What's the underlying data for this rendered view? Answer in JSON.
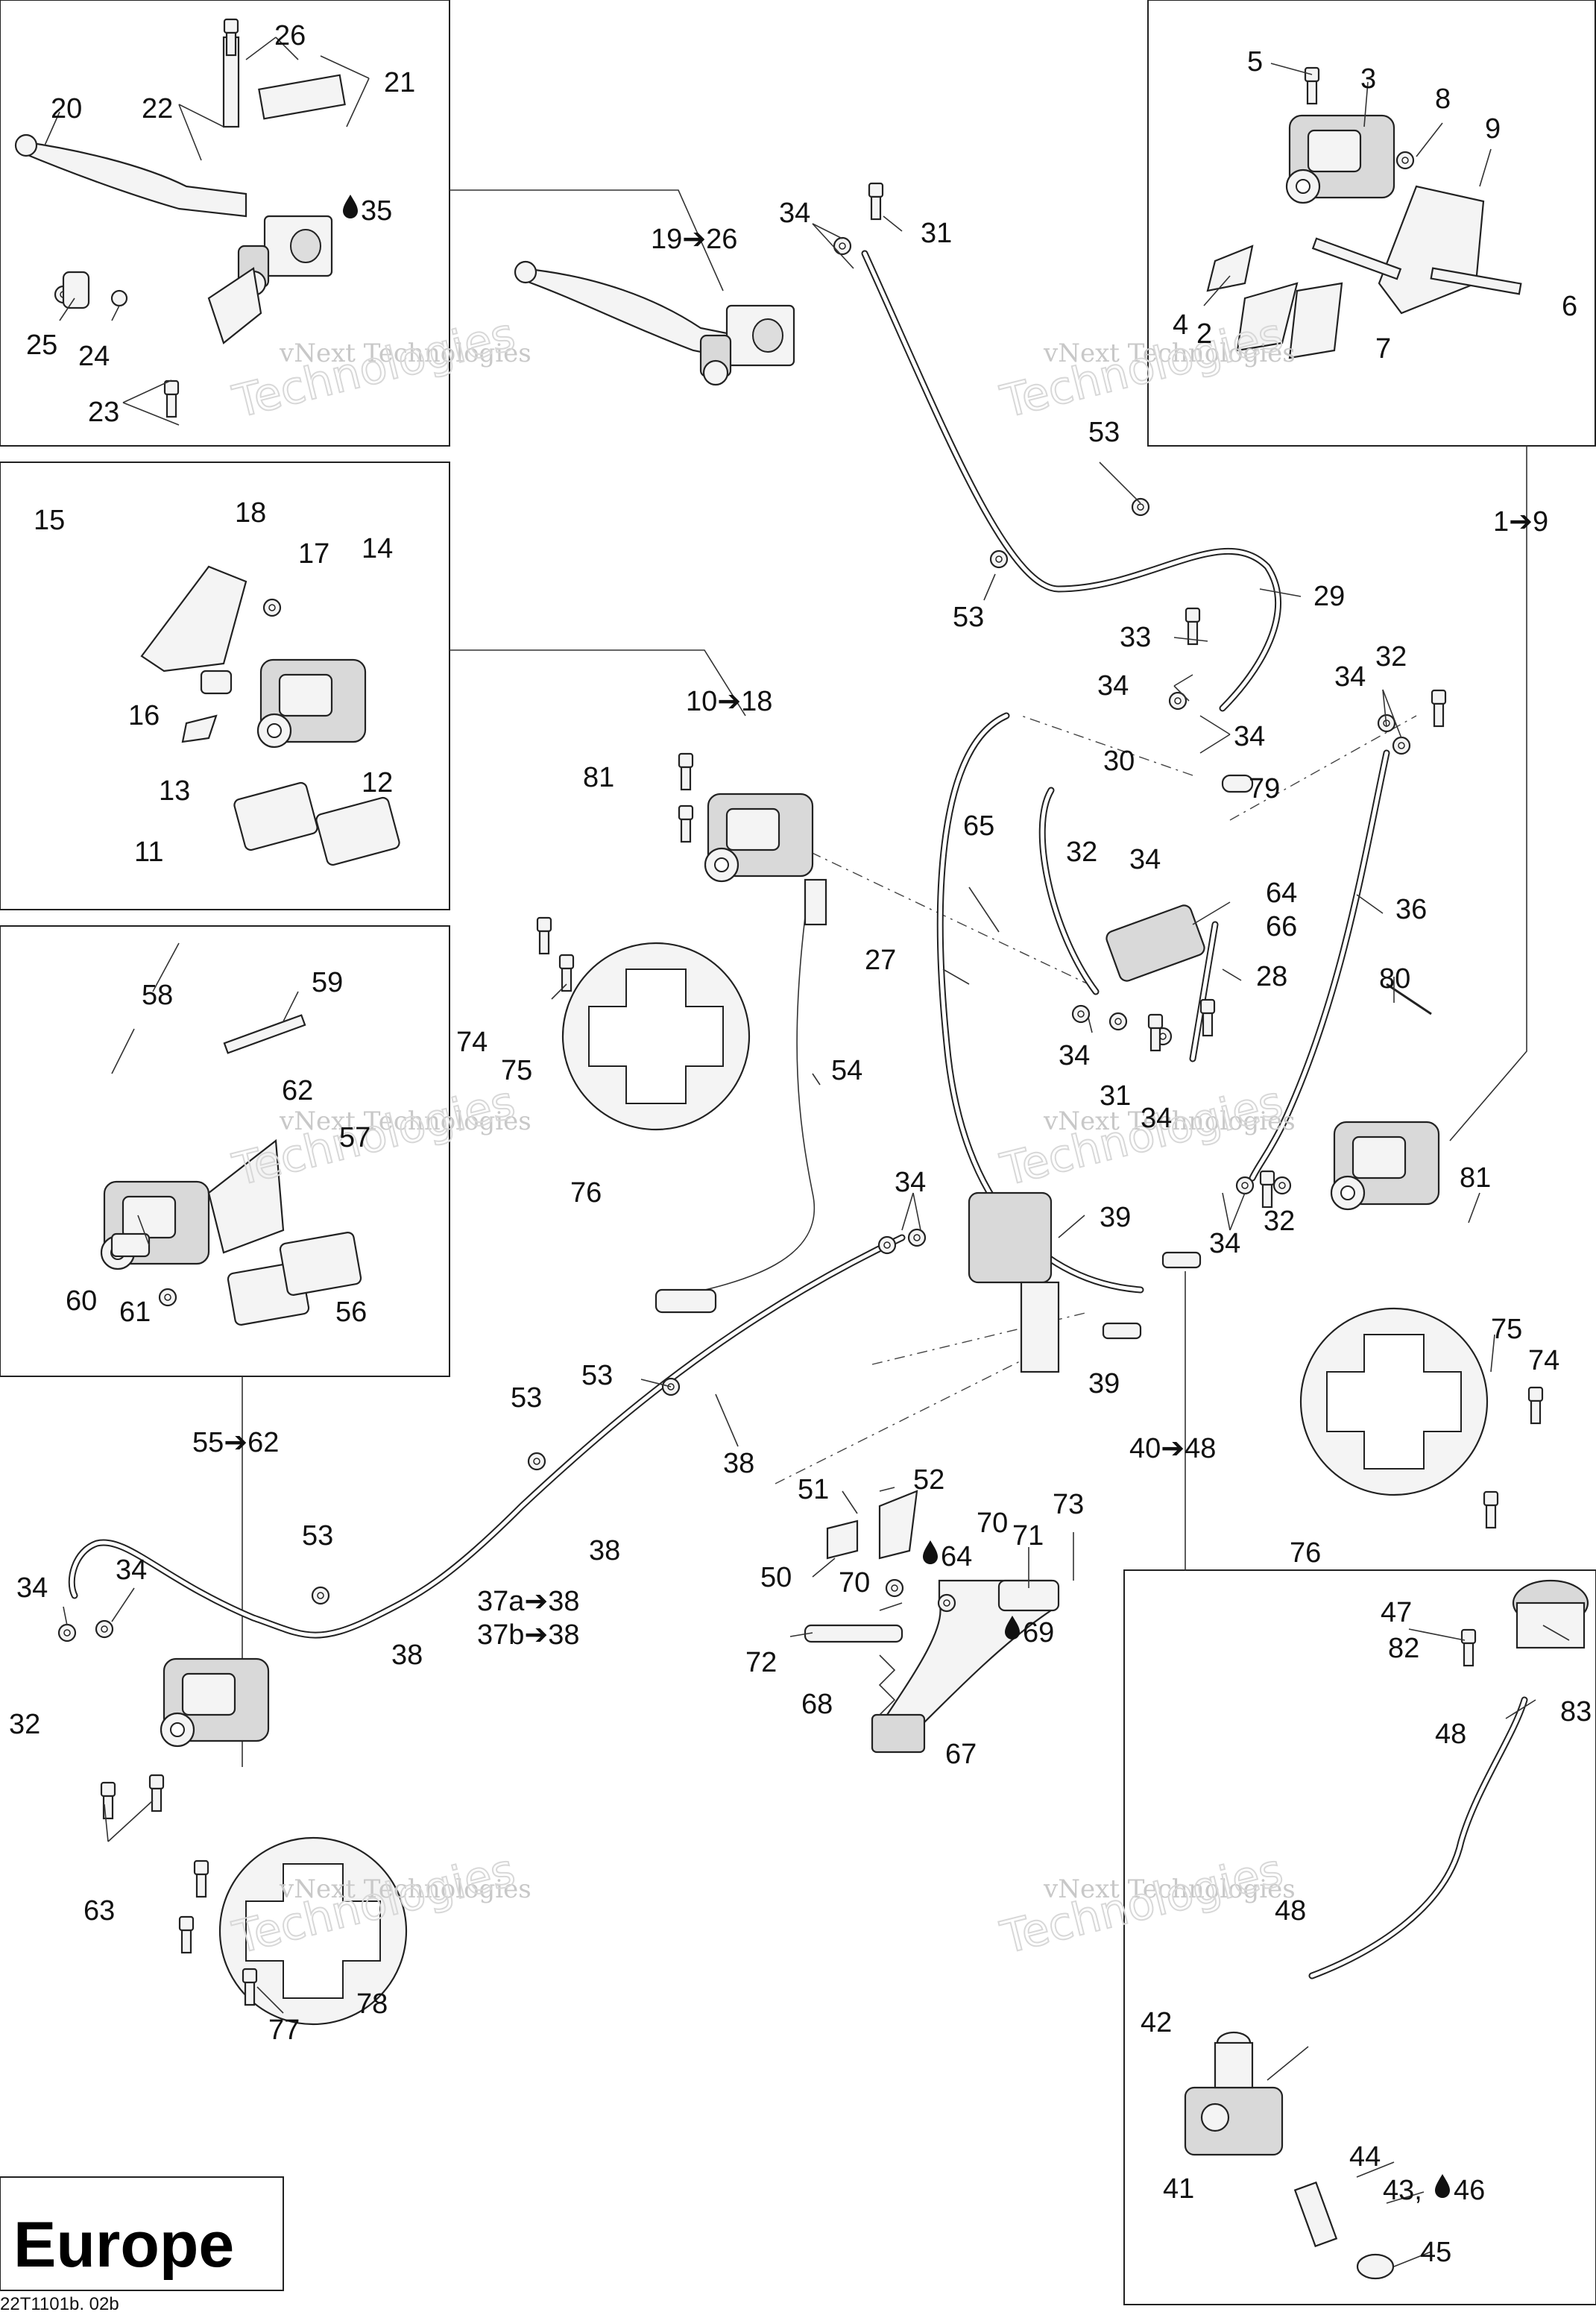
{
  "diagram": {
    "region_label": "Europe",
    "figure_code": "22T1101b. 02b",
    "watermark_text": "vNext Technologies",
    "watermark_text_large": "Technologies",
    "drop_icon": "oil-drop-icon",
    "labels": {
      "n20": "20",
      "n22": "22",
      "n26": "26",
      "n21": "21",
      "n35": "35",
      "n25": "25",
      "n24": "24",
      "n23": "23",
      "n19to26": "19➔26",
      "n34a": "34",
      "n31a": "31",
      "n5": "5",
      "n3": "3",
      "n8": "8",
      "n9": "9",
      "n4": "4",
      "n2": "2",
      "n7": "7",
      "n6": "6",
      "n15": "15",
      "n18": "18",
      "n17": "17",
      "n14": "14",
      "n16": "16",
      "n12": "12",
      "n13": "13",
      "n11": "11",
      "n10to18": "10➔18",
      "n81a": "81",
      "n53a": "53",
      "n53b": "53",
      "n29": "29",
      "n1to9": "1➔9",
      "n33": "33",
      "n34b": "34",
      "n34c": "34",
      "n32a": "32",
      "n34d": "34",
      "n30": "30",
      "n79": "79",
      "n65": "65",
      "n32b": "32",
      "n34e": "34",
      "n64a": "64",
      "n66": "66",
      "n27": "27",
      "n28": "28",
      "n36": "36",
      "n80": "80",
      "n34f": "34",
      "n31b": "31",
      "n34g": "34",
      "n58": "58",
      "n59": "59",
      "n62": "62",
      "n57": "57",
      "n60": "60",
      "n61": "61",
      "n56": "56",
      "n74a": "74",
      "n75a": "75",
      "n76a": "76",
      "n54": "54",
      "n34h": "34",
      "n39a": "39",
      "n39b": "39",
      "n34i": "34",
      "n32c": "32",
      "n81b": "81",
      "n55to62": "55➔62",
      "n53c": "53",
      "n53d": "53",
      "n38a": "38",
      "n38b": "38",
      "n38c": "38",
      "n53e": "53",
      "n37a": "37a➔38",
      "n37b": "37b➔38",
      "n40to48": "40➔48",
      "n75b": "75",
      "n74b": "74",
      "n76b": "76",
      "n51": "51",
      "n52": "52",
      "n50": "50",
      "n64b": "64",
      "n70a": "70",
      "n71": "71",
      "n73": "73",
      "n70b": "70",
      "n69": "69",
      "n72": "72",
      "n68": "68",
      "n67": "67",
      "n34j": "34",
      "n34k": "34",
      "n32d": "32",
      "n63": "63",
      "n77": "77",
      "n78": "78",
      "n47": "47",
      "n82": "82",
      "n83": "83",
      "n48a": "48",
      "n48b": "48",
      "n42": "42",
      "n41": "41",
      "n44": "44",
      "n43": "43,",
      "n46": "46",
      "n45": "45"
    }
  }
}
